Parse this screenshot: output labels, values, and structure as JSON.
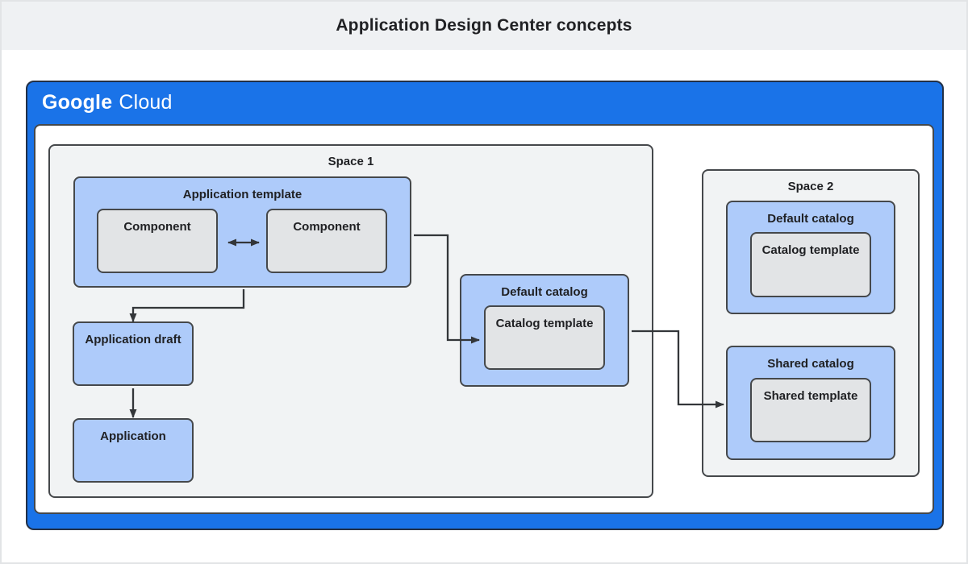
{
  "page_title": "Application Design Center concepts",
  "brand": {
    "google": "Google",
    "cloud": "Cloud"
  },
  "space1": {
    "label": "Space 1",
    "application_template": {
      "label": "Application template",
      "component_left": "Component",
      "component_right": "Component"
    },
    "application_draft": "Application draft",
    "application": "Application",
    "default_catalog": {
      "label": "Default catalog",
      "catalog_template": "Catalog template"
    }
  },
  "space2": {
    "label": "Space 2",
    "default_catalog": {
      "label": "Default catalog",
      "catalog_template": "Catalog template"
    },
    "shared_catalog": {
      "label": "Shared catalog",
      "shared_template": "Shared template"
    }
  },
  "colors": {
    "google_blue": "#1a73e8",
    "light_blue": "#aecbfa",
    "box_gray": "#e2e4e6",
    "space_gray": "#f1f3f4",
    "border_dark": "#45484b",
    "line_color": "#333639",
    "text_color": "#202124",
    "header_bg": "#eff1f3"
  }
}
